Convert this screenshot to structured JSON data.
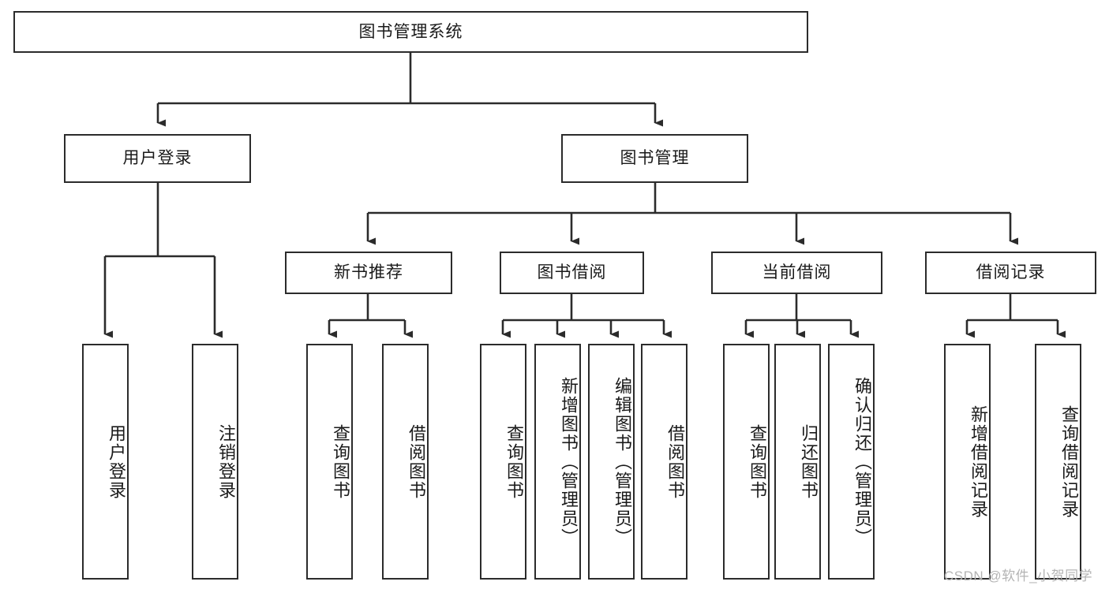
{
  "diagram": {
    "title": "图书管理系统",
    "type": "tree-hierarchy-chart",
    "colors": {
      "node_border": "#2b2b2b",
      "node_fill": "#ffffff",
      "edge": "#2b2b2b",
      "text": "#1a1a1a",
      "watermark": "#b4b4b4",
      "background": "#ffffff"
    },
    "root": {
      "label": "图书管理系统"
    },
    "level2": [
      {
        "id": "user-login",
        "label": "用户登录"
      },
      {
        "id": "book-management",
        "label": "图书管理"
      }
    ],
    "level3": [
      {
        "id": "new-book-recommend",
        "label": "新书推荐"
      },
      {
        "id": "book-borrow",
        "label": "图书借阅"
      },
      {
        "id": "current-borrow",
        "label": "当前借阅"
      },
      {
        "id": "borrow-record",
        "label": "借阅记录"
      }
    ],
    "leaves": {
      "user_login": [
        {
          "id": "leaf-user-login",
          "label": "用户登录"
        },
        {
          "id": "leaf-logout-login",
          "label": "注销登录"
        }
      ],
      "new_book_recommend": [
        {
          "id": "leaf-query-book-1",
          "label": "查询图书"
        },
        {
          "id": "leaf-borrow-book-1",
          "label": "借阅图书"
        }
      ],
      "book_borrow": [
        {
          "id": "leaf-query-book-2",
          "label": "查询图书"
        },
        {
          "id": "leaf-add-book",
          "label": "新增图书（管理员）"
        },
        {
          "id": "leaf-edit-book",
          "label": "编辑图书（管理员）"
        },
        {
          "id": "leaf-borrow-book-2",
          "label": "借阅图书"
        }
      ],
      "current_borrow": [
        {
          "id": "leaf-query-book-3",
          "label": "查询图书"
        },
        {
          "id": "leaf-return-book",
          "label": "归还图书"
        },
        {
          "id": "leaf-confirm-return",
          "label": "确认归还（管理员）"
        }
      ],
      "borrow_record": [
        {
          "id": "leaf-add-record",
          "label": "新增借阅记录"
        },
        {
          "id": "leaf-query-record",
          "label": "查询借阅记录"
        }
      ]
    }
  },
  "watermark": {
    "text": "CSDN @软件_小贺同学"
  }
}
